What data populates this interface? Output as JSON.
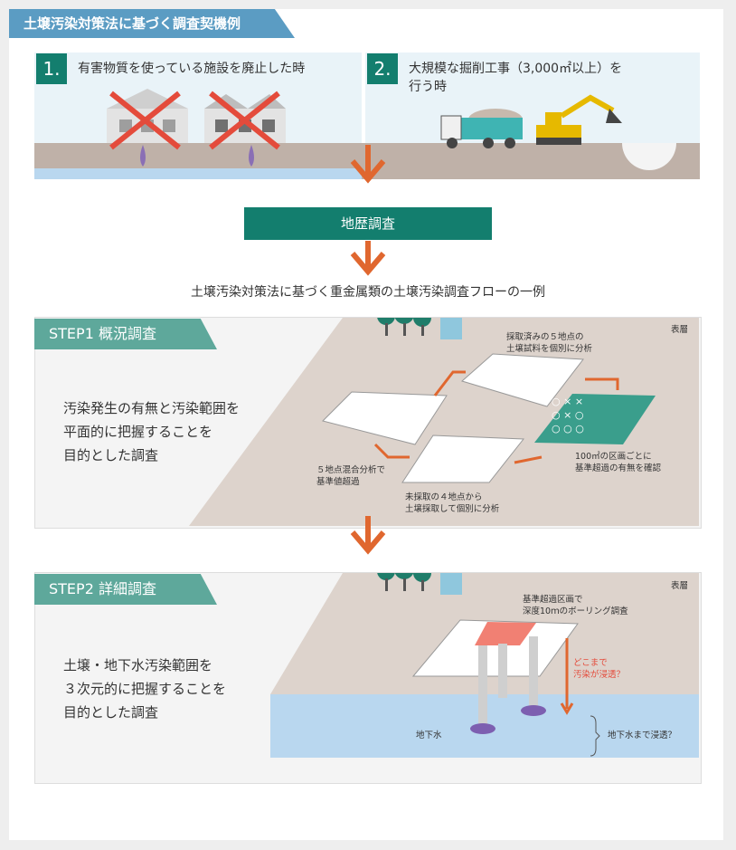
{
  "header": {
    "tag": "土壌汚染対策法に基づく調査契機例"
  },
  "cases": [
    {
      "num": "1.",
      "text": "有害物質を使っている施設を廃止した時"
    },
    {
      "num": "2.",
      "text_line1": "大規模な掘削工事（3,000㎡以上）を",
      "text_line2": "行う時"
    }
  ],
  "flow": {
    "box": "地歴調査",
    "title": "土壌汚染対策法に基づく重金属類の土壌汚染調査フローの一例"
  },
  "step1": {
    "tag": "STEP1 概況調査",
    "desc": [
      "汚染発生の有無と汚染範囲を",
      "平面的に把握することを",
      "目的とした調査"
    ],
    "surface": "表層",
    "note_top": [
      "採取済みの５地点の",
      "土壌試料を個別に分析"
    ],
    "note_left": [
      "５地点混合分析で",
      "基準値超過"
    ],
    "note_bottom": [
      "未採取の４地点から",
      "土壌採取して個別に分析"
    ],
    "note_right": [
      "100㎡の区画ごとに",
      "基準超過の有無を確認"
    ],
    "grid_marks": [
      "○",
      "×",
      "×",
      "○",
      "×",
      "○",
      "○",
      "○",
      "○"
    ]
  },
  "step2": {
    "tag": "STEP2 詳細調査",
    "desc": [
      "土壌・地下水汚染範囲を",
      "３次元的に把握することを",
      "目的とした調査"
    ],
    "surface": "表層",
    "note_top": [
      "基準超過区画で",
      "深度10ｍのボーリング調査"
    ],
    "note_red": [
      "どこまで",
      "汚染が浸透？"
    ],
    "groundwater": "地下水",
    "gw_question": "地下水まで浸透？"
  },
  "colors": {
    "teal": "#137e6e",
    "blue": "#5b9cc3",
    "orange": "#e0672f",
    "soil": "#bfb1a8",
    "water": "#b9d7ef",
    "green_tile": "#3a9e8c",
    "purple_tile": "#7d5fb0",
    "red_cell": "#ef6a5a"
  }
}
